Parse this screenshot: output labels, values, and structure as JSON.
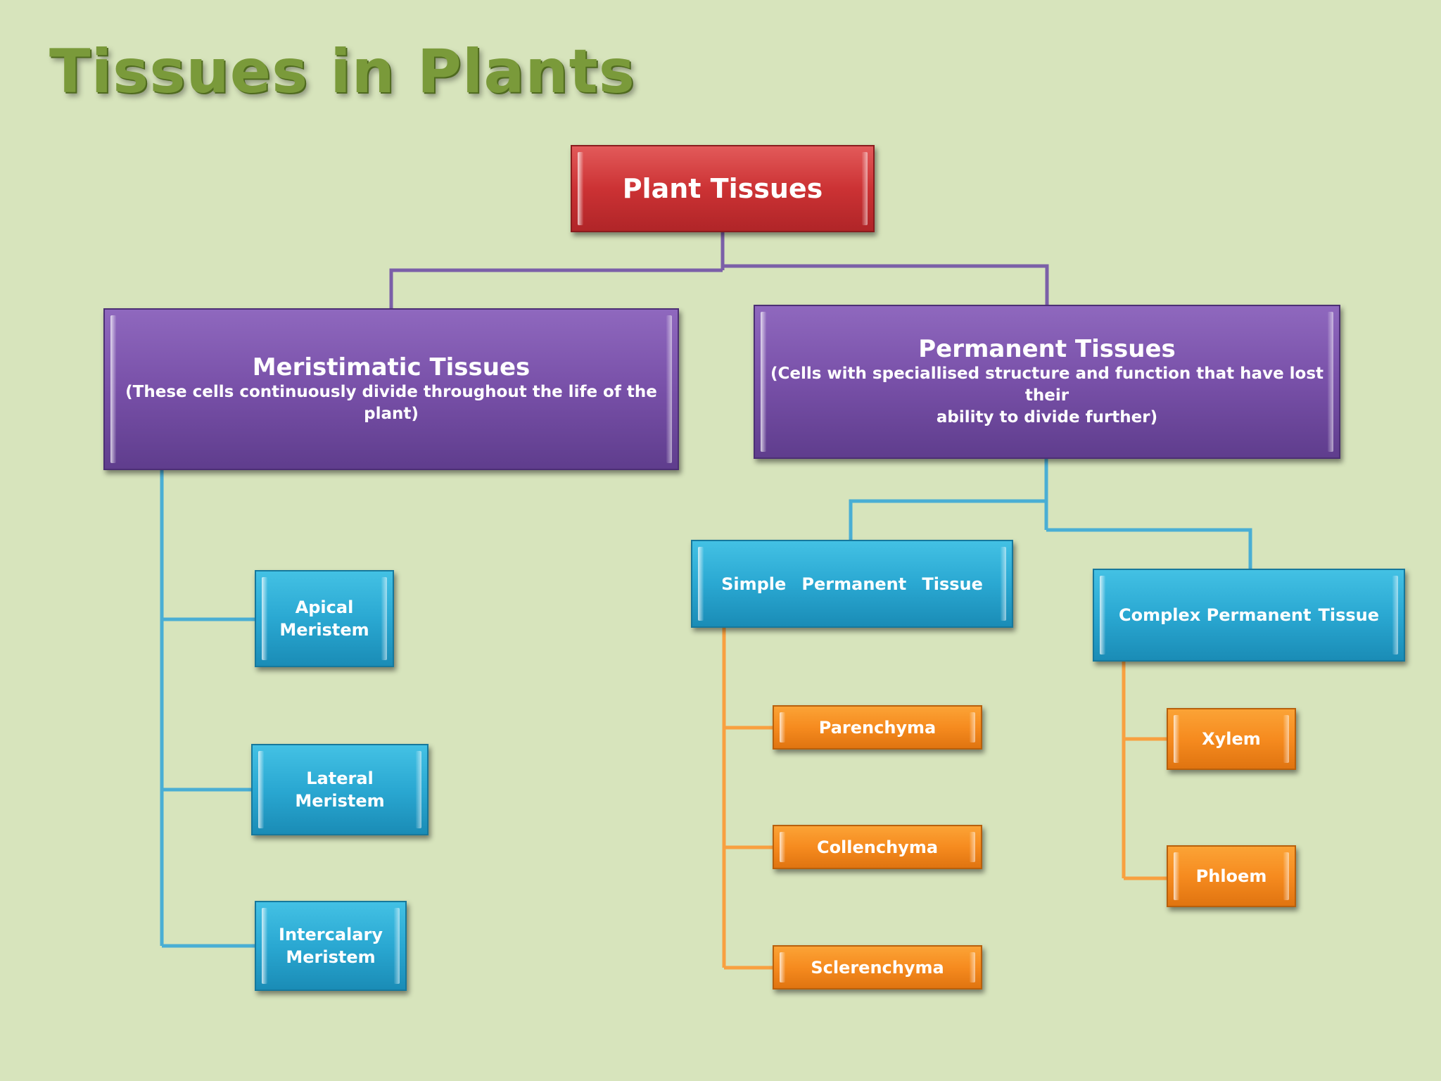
{
  "slide": {
    "title": "Tissues in Plants"
  },
  "root": {
    "label": "Plant Tissues"
  },
  "meristematic": {
    "label": "Meristimatic Tissues",
    "description": "(These cells continuously divide throughout the life of the plant)",
    "children": [
      "Apical Meristem",
      "Lateral Meristem",
      "Intercalary",
      "Meristem"
    ]
  },
  "permanent": {
    "label": "Permanent Tissues",
    "description_line1": "(Cells with speciallised structure and function that have lost their",
    "description_line2": "ability to divide further)"
  },
  "simple_permanent": {
    "words": [
      "Simple",
      "Permanent",
      "Tissue"
    ],
    "children": [
      "Parenchyma",
      "Collenchyma",
      "Sclerenchyma"
    ]
  },
  "complex_permanent": {
    "words": [
      "Complex Permanent",
      "Tissue"
    ],
    "children": [
      "Xylem",
      "Phloem"
    ]
  },
  "colors": {
    "background": "#d7e4bc",
    "title": "#7a9a3a",
    "root_box": "#cc3234",
    "level1_box": "#7850a8",
    "level2_box": "#2aa8d2",
    "level3_box": "#f68b1f",
    "connector_root": "#7b5fa8",
    "connector_blue": "#4aaed4",
    "connector_orange": "#f8a040"
  }
}
